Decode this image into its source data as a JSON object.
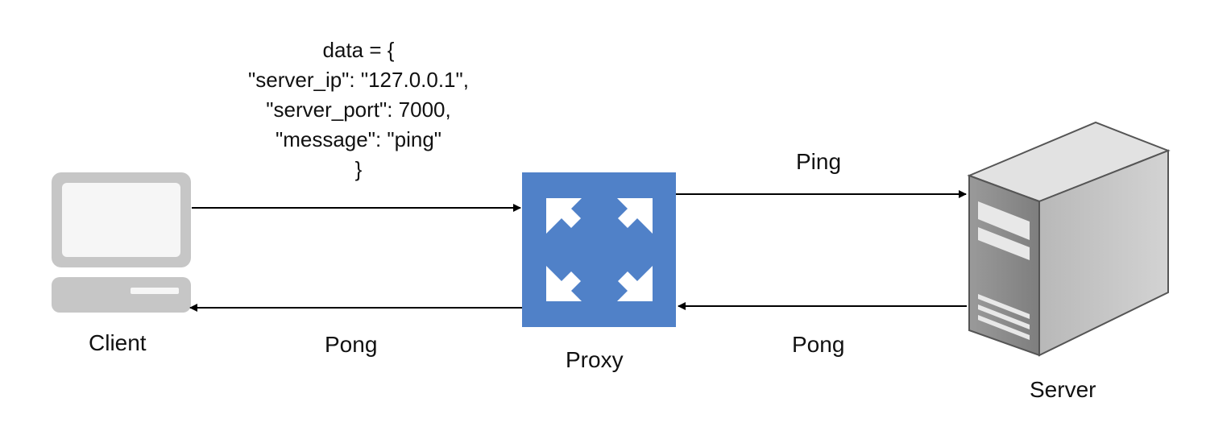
{
  "payload": {
    "lines": [
      "data = {",
      "\"server_ip\": \"127.0.0.1\",",
      "\"server_port\": 7000,",
      "\"message\": \"ping\"",
      "}"
    ]
  },
  "nodes": {
    "client": {
      "label": "Client",
      "icon": "desktop-computer-icon"
    },
    "proxy": {
      "label": "Proxy",
      "icon": "expand-arrows-icon",
      "color": "#5081c8"
    },
    "server": {
      "label": "Server",
      "icon": "server-tower-icon"
    }
  },
  "edges": {
    "proxy_to_server": {
      "label": "Ping"
    },
    "server_to_proxy": {
      "label": "Pong"
    },
    "proxy_to_client": {
      "label": "Pong"
    },
    "client_to_proxy": {
      "label": ""
    }
  },
  "colors": {
    "arrow": "#000000",
    "proxy_fill": "#5081c8",
    "icon_gray": "#c6c6c6"
  }
}
